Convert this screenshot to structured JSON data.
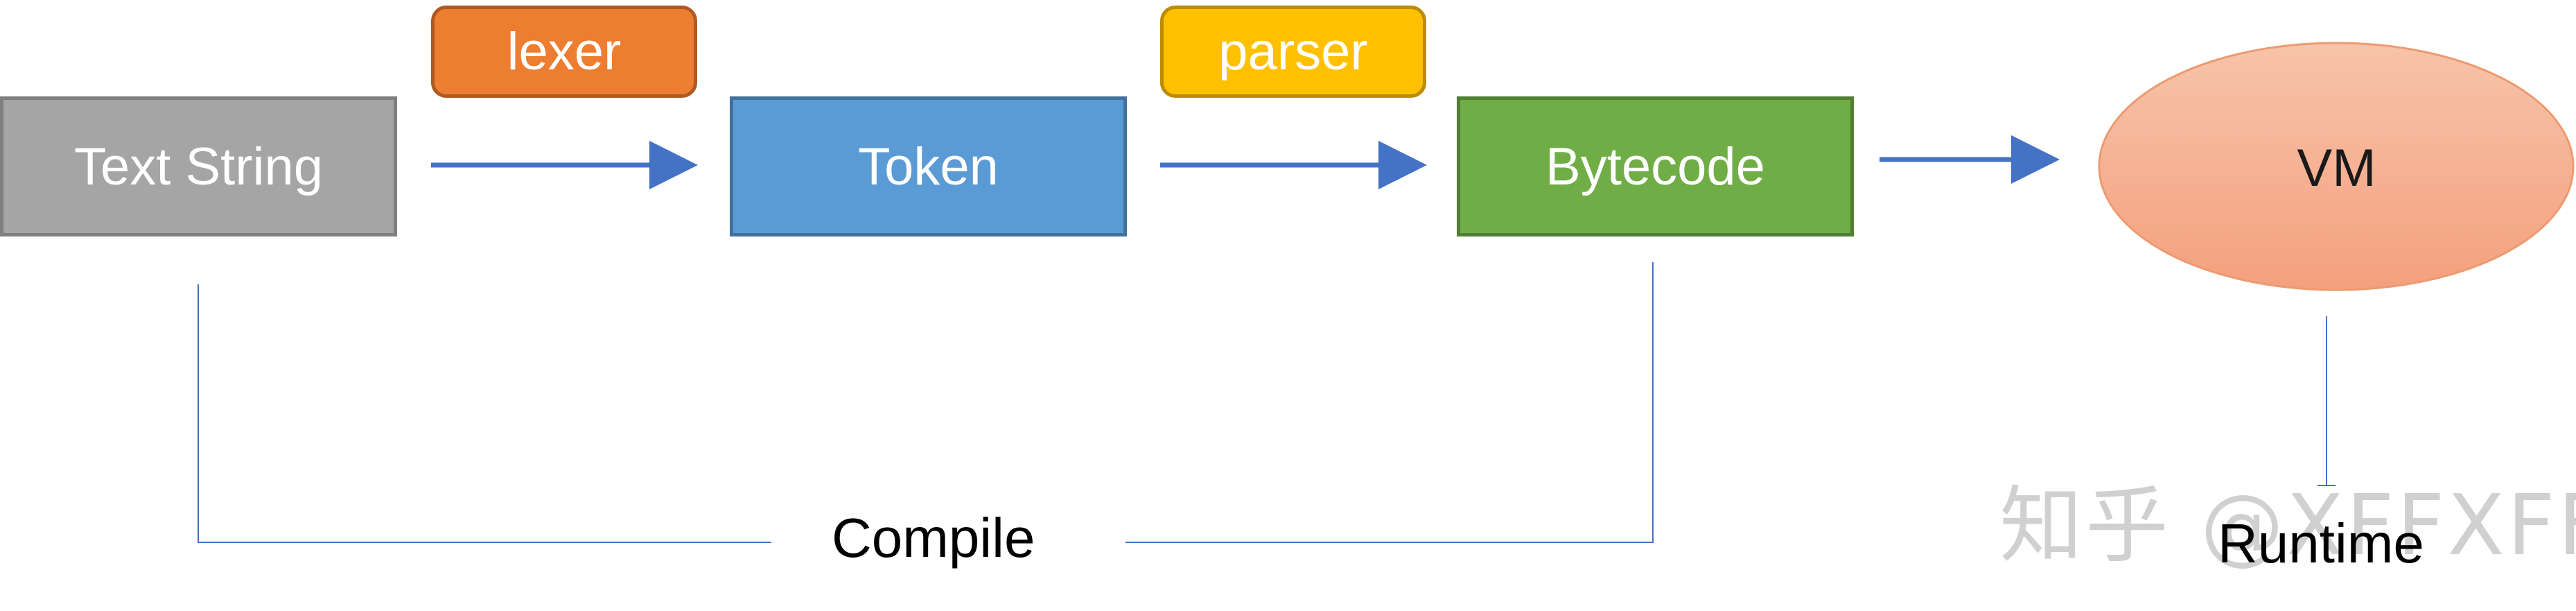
{
  "nodes": {
    "text_string": "Text String",
    "token": "Token",
    "bytecode": "Bytecode",
    "vm": "VM"
  },
  "steps": {
    "lexer": "lexer",
    "parser": "parser"
  },
  "phases": {
    "compile": "Compile",
    "runtime": "Runtime"
  },
  "watermark": "知乎 @XFFXFF",
  "colors": {
    "text_string": "#a5a5a5",
    "token": "#5b9bd5",
    "bytecode": "#70ad47",
    "lexer": "#ed7d31",
    "parser": "#ffc000",
    "vm": "#f4b183",
    "arrow": "#4472c4",
    "bracket": "#4472c4"
  }
}
